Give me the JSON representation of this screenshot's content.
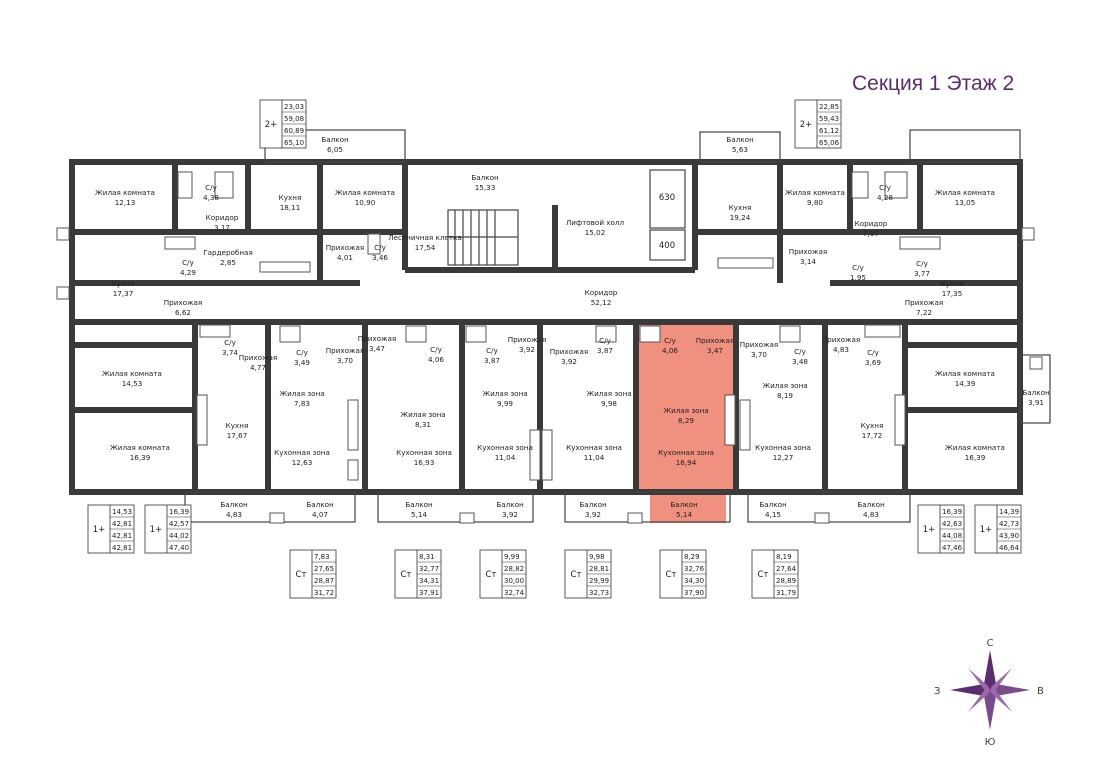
{
  "header": {
    "title": "Секция 1  Этаж 2"
  },
  "colors": {
    "highlight": "#f0907f",
    "accent": "#5b2d6e",
    "wall": "#3a3a3a"
  },
  "compass": {
    "north": "С",
    "south": "Ю",
    "east": "В",
    "west": "З"
  },
  "rooms": [
    {
      "name": "Жилая комната",
      "area": "12,13"
    },
    {
      "name": "С/у",
      "area": "4,38"
    },
    {
      "name": "Коридор",
      "area": "3,17"
    },
    {
      "name": "Кухня",
      "area": "18,11"
    },
    {
      "name": "Гардеробная",
      "area": "2,85"
    },
    {
      "name": "Жилая комната",
      "area": "10,90"
    },
    {
      "name": "Прихожая",
      "area": "4,01"
    },
    {
      "name": "С/у",
      "area": "3,46"
    },
    {
      "name": "Балкон",
      "area": "6,05"
    },
    {
      "name": "Балкон",
      "area": "15,33"
    },
    {
      "name": "Лестничная клетка",
      "area": "17,54"
    },
    {
      "name": "Лифтовой холл",
      "area": "15,02"
    },
    {
      "name": "Балкон",
      "area": "5,63"
    },
    {
      "name": "Кухня",
      "area": "19,24"
    },
    {
      "name": "Жилая комната",
      "area": "9,80"
    },
    {
      "name": "С/у",
      "area": "4,28"
    },
    {
      "name": "Жилая комната",
      "area": "13,05"
    },
    {
      "name": "Коридор",
      "area": "7,97"
    },
    {
      "name": "Прихожая",
      "area": "3,14"
    },
    {
      "name": "С/у",
      "area": "1,95"
    },
    {
      "name": "С/у",
      "area": "3,77"
    },
    {
      "name": "С/у",
      "area": "4,29"
    },
    {
      "name": "Кухня",
      "area": "17,37"
    },
    {
      "name": "Прихожая",
      "area": "6,62"
    },
    {
      "name": "Коридор",
      "area": "52,12"
    },
    {
      "name": "Кухня",
      "area": "17,35"
    },
    {
      "name": "Прихожая",
      "area": "7,22"
    },
    {
      "name": "С/у",
      "area": "3,74"
    },
    {
      "name": "Прихожая",
      "area": "4,77"
    },
    {
      "name": "С/у",
      "area": "3,49"
    },
    {
      "name": "Прихожая",
      "area": "3,70"
    },
    {
      "name": "Прихожая",
      "area": "3,47"
    },
    {
      "name": "С/у",
      "area": "4,06"
    },
    {
      "name": "С/у",
      "area": "3,87"
    },
    {
      "name": "Прихожая",
      "area": "3,92"
    },
    {
      "name": "Прихожая",
      "area": "3,92"
    },
    {
      "name": "С/у",
      "area": "3,87"
    },
    {
      "name": "С/у",
      "area": "4,06"
    },
    {
      "name": "Прихожая",
      "area": "3,47"
    },
    {
      "name": "Прихожая",
      "area": "3,70"
    },
    {
      "name": "С/у",
      "area": "3,48"
    },
    {
      "name": "Прихожая",
      "area": "4,83"
    },
    {
      "name": "С/у",
      "area": "3,69"
    },
    {
      "name": "Жилая комната",
      "area": "14,53"
    },
    {
      "name": "Жилая комната",
      "area": "14,39"
    },
    {
      "name": "Балкон",
      "area": "3,91"
    },
    {
      "name": "Кухня",
      "area": "17,67"
    },
    {
      "name": "Жилая зона",
      "area": "7,83"
    },
    {
      "name": "Жилая зона",
      "area": "8,31"
    },
    {
      "name": "Жилая зона",
      "area": "9,99"
    },
    {
      "name": "Жилая зона",
      "area": "9,98"
    },
    {
      "name": "Жилая зона",
      "area": "8,29"
    },
    {
      "name": "Жилая зона",
      "area": "8,19"
    },
    {
      "name": "Кухня",
      "area": "17,72"
    },
    {
      "name": "Кухонная зона",
      "area": "12,63"
    },
    {
      "name": "Кухонная зона",
      "area": "16,93"
    },
    {
      "name": "Кухонная зона",
      "area": "11,04"
    },
    {
      "name": "Кухонная зона",
      "area": "11,04"
    },
    {
      "name": "Кухонная зона",
      "area": "16,94"
    },
    {
      "name": "Кухонная зона",
      "area": "12,27"
    },
    {
      "name": "Жилая комната",
      "area": "16,39"
    },
    {
      "name": "Жилая комната",
      "area": "16,39"
    },
    {
      "name": "Балкон",
      "area": "4,83"
    },
    {
      "name": "Балкон",
      "area": "4,07"
    },
    {
      "name": "Балкон",
      "area": "5,14"
    },
    {
      "name": "Балкон",
      "area": "3,92"
    },
    {
      "name": "Балкон",
      "area": "3,92"
    },
    {
      "name": "Балкон",
      "area": "5,14"
    },
    {
      "name": "Балкон",
      "area": "4,15"
    },
    {
      "name": "Балкон",
      "area": "4,83"
    }
  ],
  "shafts": [
    "630",
    "400"
  ],
  "apartments": [
    {
      "type": "2+",
      "values": [
        "23,03",
        "59,08",
        "60,89",
        "65,10"
      ]
    },
    {
      "type": "2+",
      "values": [
        "22,85",
        "59,43",
        "61,12",
        "65,06"
      ]
    },
    {
      "type": "1+",
      "values": [
        "14,53",
        "42,81",
        "42,81",
        "42,81"
      ]
    },
    {
      "type": "1+",
      "values": [
        "16,39",
        "42,57",
        "44,02",
        "47,40"
      ]
    },
    {
      "type": "Ст",
      "values": [
        "7,83",
        "27,65",
        "28,87",
        "31,72"
      ]
    },
    {
      "type": "Ст",
      "values": [
        "8,31",
        "32,77",
        "34,31",
        "37,91"
      ]
    },
    {
      "type": "Ст",
      "values": [
        "9,99",
        "28,82",
        "30,00",
        "32,74"
      ]
    },
    {
      "type": "Ст",
      "values": [
        "9,98",
        "28,81",
        "29,99",
        "32,73"
      ]
    },
    {
      "type": "Ст",
      "values": [
        "8,29",
        "32,76",
        "34,30",
        "37,90"
      ]
    },
    {
      "type": "Ст",
      "values": [
        "8,19",
        "27,64",
        "28,89",
        "31,79"
      ]
    },
    {
      "type": "1+",
      "values": [
        "16,39",
        "42,63",
        "44,08",
        "47,46"
      ]
    },
    {
      "type": "1+",
      "values": [
        "14,39",
        "42,73",
        "43,90",
        "46,64"
      ]
    }
  ]
}
